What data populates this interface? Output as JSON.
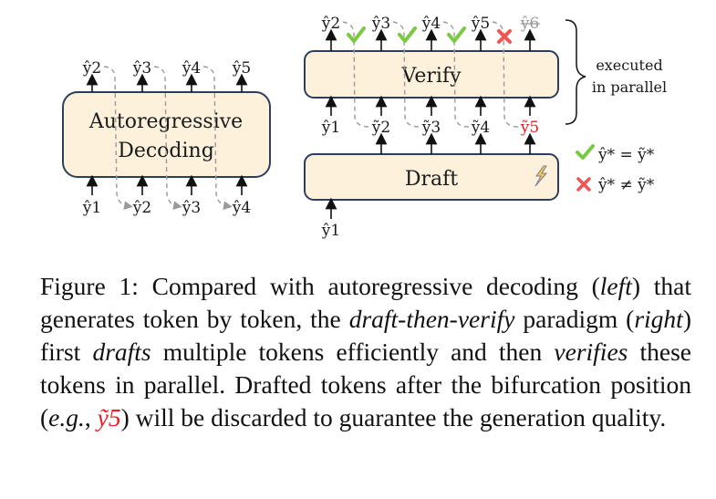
{
  "figure": {
    "left_panel": {
      "box_label_line1": "Autoregressive",
      "box_label_line2": "Decoding",
      "outputs": [
        "ŷ2",
        "ŷ3",
        "ŷ4",
        "ŷ5"
      ],
      "inputs": [
        "ŷ1",
        "ŷ2",
        "ŷ3",
        "ŷ4"
      ]
    },
    "right_panel": {
      "verify_label": "Verify",
      "draft_label": "Draft",
      "verify_outputs": [
        "ŷ2",
        "ŷ3",
        "ŷ4",
        "ŷ5",
        "ŷ6"
      ],
      "verify_checks": [
        "check",
        "check",
        "check",
        "cross"
      ],
      "verify_inputs": [
        "ŷ1",
        "ỹ2",
        "ỹ3",
        "ỹ4",
        "ỹ5"
      ],
      "draft_input": "ŷ1",
      "discarded_token": "ŷ6",
      "rejected_draft_token": "ỹ5",
      "draft_icon": "lightning-icon",
      "brace_note_line1": "executed",
      "brace_note_line2": "in parallel"
    },
    "legend": {
      "match": {
        "icon": "check-icon",
        "text": "ŷ* = ỹ*"
      },
      "mismatch": {
        "icon": "cross-icon",
        "text": "ŷ* ≠ ỹ*"
      }
    },
    "colors": {
      "box_fill": "#fdf1dc",
      "box_stroke": "#2c3e5c",
      "check": "#7ac943",
      "cross": "#f05454",
      "rejected": "#ee1c24",
      "dashed": "#9a9a9a"
    }
  },
  "caption": {
    "prefix": "Figure 1: Compared with autoregressive decoding (",
    "left": "left",
    "mid1": ") that generates token by token, the ",
    "dtv": "draft-then-verify",
    "mid2": " paradigm (",
    "right": "right",
    "mid3": ") first ",
    "drafts": "drafts",
    "mid4": " multiple tokens efficiently and then ",
    "verifies": "verifies",
    "mid5": " these tokens in parallel. Drafted tokens after the bifurcation position (",
    "eg": "e.g.",
    "comma": ", ",
    "token": "ỹ5",
    "suffix": ") will be discarded to guarantee the generation quality."
  }
}
